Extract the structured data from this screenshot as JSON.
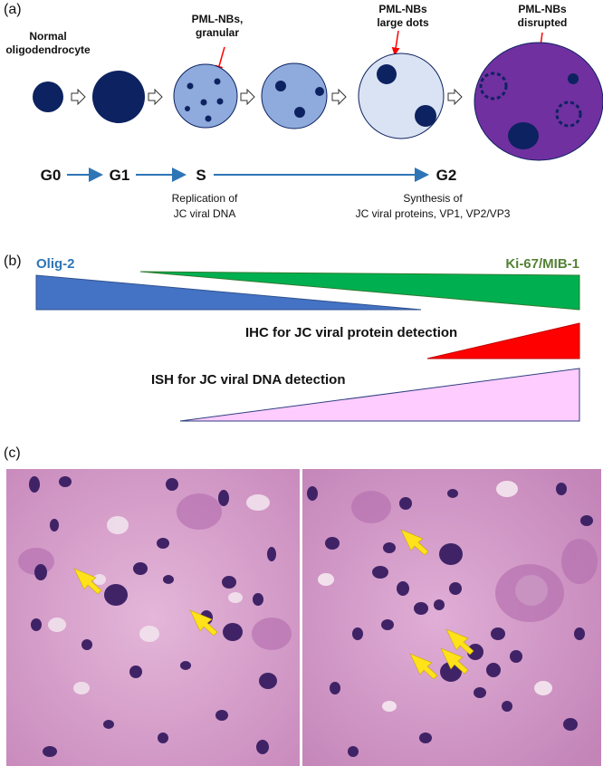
{
  "panels": {
    "a": "(a)",
    "b": "(b)",
    "c": "(c)"
  },
  "cell_stages": {
    "normal": [
      "Normal",
      "oligodendrocyte"
    ],
    "granular": [
      "PML-NBs,",
      "granular"
    ],
    "large_dots": [
      "PML-NBs",
      "large dots"
    ],
    "disrupted": [
      "PML-NBs",
      "disrupted"
    ]
  },
  "cycle": {
    "g0": "G0",
    "g1": "G1",
    "s": "S",
    "g2": "G2",
    "s_note": [
      "Replication of",
      "JC viral DNA"
    ],
    "g2_note": [
      "Synthesis of",
      "JC viral proteins, VP1, VP2/VP3"
    ]
  },
  "markers": {
    "olig2": "Olig-2",
    "ki67": "Ki-67/MIB-1",
    "ihc": "IHC for JC viral protein detection",
    "ish": "ISH for JC viral DNA detection"
  },
  "colors": {
    "nucleus_dark": "#0d2260",
    "cell_light_blue": "#8faadc",
    "cell_pale": "#dae3f3",
    "cell_purple": "#7030a0",
    "cycle_arrow": "#2e75b6",
    "olig2_blue": "#4472c4",
    "ki67_green": "#00b050",
    "ihc_red": "#ff0000",
    "ish_pink": "#ffccff",
    "olig2_text": "#2e75b6",
    "ki67_text": "#548235",
    "he_pink": "#d9a0cc",
    "he_purple": "#4a2a72",
    "pointer_yellow": "#ffe21a"
  }
}
